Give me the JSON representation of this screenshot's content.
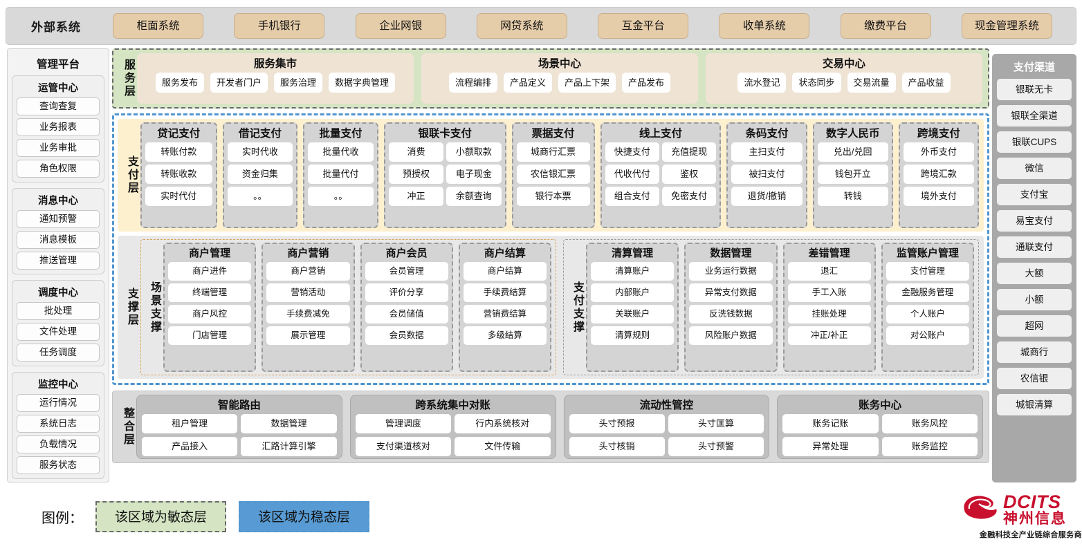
{
  "external": {
    "title": "外部系统",
    "items": [
      "柜面系统",
      "手机银行",
      "企业网银",
      "网贷系统",
      "互金平台",
      "收单系统",
      "缴费平台",
      "现金管理系统"
    ]
  },
  "left_sidebar": {
    "title": "管理平台",
    "groups": [
      {
        "title": "运管中心",
        "items": [
          "查询查复",
          "业务报表",
          "业务审批",
          "角色权限"
        ]
      },
      {
        "title": "消息中心",
        "items": [
          "通知预警",
          "消息模板",
          "推送管理"
        ]
      },
      {
        "title": "调度中心",
        "items": [
          "批处理",
          "文件处理",
          "任务调度"
        ]
      },
      {
        "title": "监控中心",
        "items": [
          "运行情况",
          "系统日志",
          "负载情况",
          "服务状态"
        ]
      }
    ]
  },
  "right_sidebar": {
    "title": "支付渠道",
    "items": [
      "银联无卡",
      "银联全渠道",
      "银联CUPS",
      "微信",
      "支付宝",
      "易宝支付",
      "通联支付",
      "大额",
      "小额",
      "超网",
      "城商行",
      "农信银",
      "城银清算"
    ]
  },
  "service_layer": {
    "label": "服务层",
    "groups": [
      {
        "title": "服务集市",
        "items": [
          "服务发布",
          "开发者门户",
          "服务治理",
          "数据字典管理"
        ]
      },
      {
        "title": "场景中心",
        "items": [
          "流程编排",
          "产品定义",
          "产品上下架",
          "产品发布"
        ]
      },
      {
        "title": "交易中心",
        "items": [
          "流水登记",
          "状态同步",
          "交易流量",
          "产品收益"
        ]
      }
    ]
  },
  "payment_layer": {
    "label": "支付层",
    "groups": [
      {
        "title": "贷记支付",
        "cols": 1,
        "items": [
          "转账付款",
          "转账收款",
          "实时代付"
        ]
      },
      {
        "title": "借记支付",
        "cols": 1,
        "items": [
          "实时代收",
          "资金归集",
          "。。"
        ]
      },
      {
        "title": "批量支付",
        "cols": 1,
        "items": [
          "批量代收",
          "批量代付",
          "。。"
        ]
      },
      {
        "title": "银联卡支付",
        "cols": 2,
        "items": [
          "消费",
          "小额取款",
          "预授权",
          "电子现金",
          "冲正",
          "余额查询"
        ]
      },
      {
        "title": "票据支付",
        "cols": 1,
        "items": [
          "城商行汇票",
          "农信银汇票",
          "银行本票"
        ]
      },
      {
        "title": "线上支付",
        "cols": 2,
        "items": [
          "快捷支付",
          "充值提现",
          "代收代付",
          "鉴权",
          "组合支付",
          "免密支付"
        ]
      },
      {
        "title": "条码支付",
        "cols": 1,
        "items": [
          "主扫支付",
          "被扫支付",
          "退货/撤销"
        ]
      },
      {
        "title": "数字人民币",
        "cols": 1,
        "items": [
          "兑出/兑回",
          "钱包开立",
          "转钱"
        ]
      },
      {
        "title": "跨境支付",
        "cols": 1,
        "items": [
          "外币支付",
          "跨境汇款",
          "境外支付"
        ]
      }
    ]
  },
  "support_layer": {
    "label": "支撑层",
    "scene": {
      "label": "场景支撑",
      "groups": [
        {
          "title": "商户管理",
          "items": [
            "商户进件",
            "终端管理",
            "商户风控",
            "门店管理"
          ]
        },
        {
          "title": "商户营销",
          "items": [
            "商户营销",
            "营销活动",
            "手续费减免",
            "展示管理"
          ]
        },
        {
          "title": "商户会员",
          "items": [
            "会员管理",
            "评价分享",
            "会员储值",
            "会员数据"
          ]
        },
        {
          "title": "商户结算",
          "items": [
            "商户结算",
            "手续费结算",
            "营销费结算",
            "多级结算"
          ]
        }
      ]
    },
    "paysup": {
      "label": "支付支撑",
      "groups": [
        {
          "title": "清算管理",
          "items": [
            "清算账户",
            "内部账户",
            "关联账户",
            "清算规则"
          ]
        },
        {
          "title": "数据管理",
          "items": [
            "业务运行数据",
            "异常支付数据",
            "反洗钱数据",
            "风险账户数据"
          ]
        },
        {
          "title": "差错管理",
          "items": [
            "退汇",
            "手工入账",
            "挂账处理",
            "冲正/补正"
          ]
        },
        {
          "title": "监管账户管理",
          "items": [
            "支付管理",
            "金融服务管理",
            "个人账户",
            "对公账户"
          ]
        }
      ]
    }
  },
  "integration_layer": {
    "label": "整合层",
    "groups": [
      {
        "title": "智能路由",
        "items": [
          "租户管理",
          "数据管理",
          "产品接入",
          "汇路计算引擎"
        ]
      },
      {
        "title": "跨系统集中对账",
        "items": [
          "管理调度",
          "行内系统核对",
          "支付渠道核对",
          "文件传输"
        ]
      },
      {
        "title": "流动性管控",
        "items": [
          "头寸预报",
          "头寸匡算",
          "头寸核销",
          "头寸预警"
        ]
      },
      {
        "title": "账务中心",
        "items": [
          "账务记账",
          "账务风控",
          "异常处理",
          "账务监控"
        ]
      }
    ]
  },
  "legend": {
    "label": "图例：",
    "agile": "该区域为敏态层",
    "stable": "该区域为稳态层"
  },
  "logo": {
    "en": "DCITS",
    "cn": "神州信息",
    "tagline": "金融科技全产业链综合服务商"
  },
  "colors": {
    "agile_green": "#d5e5c3",
    "stable_blue": "#589bd4",
    "payment_yellow": "#fdf0cf",
    "external_chip": "#e6cdaa",
    "brand_red": "#c8102e"
  }
}
